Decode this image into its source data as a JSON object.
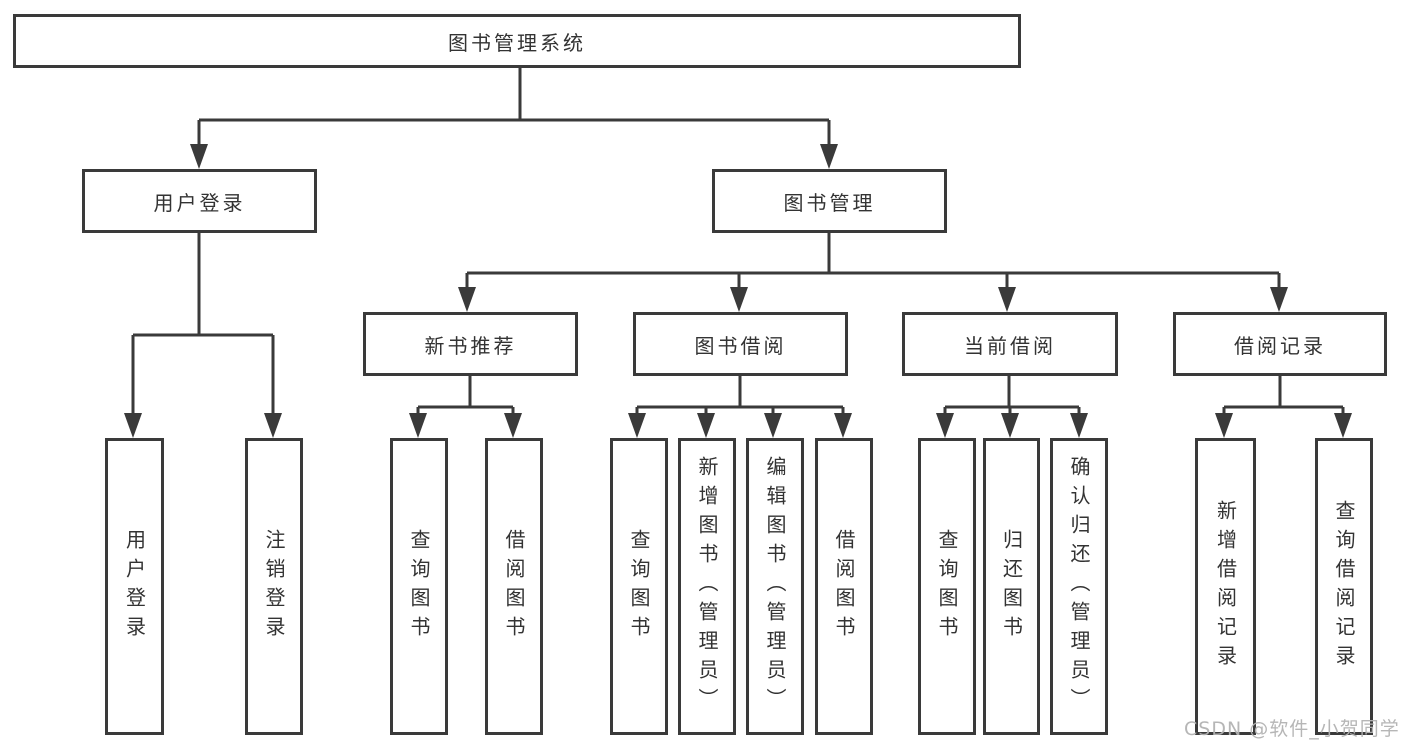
{
  "diagram": {
    "type": "hierarchy-tree",
    "colors": {
      "line": "#3a3a3a",
      "text": "#333333",
      "watermark": "#b3b3b3",
      "background": "#ffffff"
    },
    "tree": {
      "label": "图书管理系统",
      "children": [
        {
          "label": "用户登录",
          "children": [
            {
              "label": "用户登录"
            },
            {
              "label": "注销登录"
            }
          ]
        },
        {
          "label": "图书管理",
          "children": [
            {
              "label": "新书推荐",
              "children": [
                {
                  "label": "查询图书"
                },
                {
                  "label": "借阅图书"
                }
              ]
            },
            {
              "label": "图书借阅",
              "children": [
                {
                  "label": "查询图书"
                },
                {
                  "label": "新增图书（管理员）"
                },
                {
                  "label": "编辑图书（管理员）"
                },
                {
                  "label": "借阅图书"
                }
              ]
            },
            {
              "label": "当前借阅",
              "children": [
                {
                  "label": "查询图书"
                },
                {
                  "label": "归还图书"
                },
                {
                  "label": "确认归还（管理员）"
                }
              ]
            },
            {
              "label": "借阅记录",
              "children": [
                {
                  "label": "新增借阅记录"
                },
                {
                  "label": "查询借阅记录"
                }
              ]
            }
          ]
        }
      ]
    },
    "watermark": {
      "text": "CSDN @软件_小贺同学"
    }
  }
}
